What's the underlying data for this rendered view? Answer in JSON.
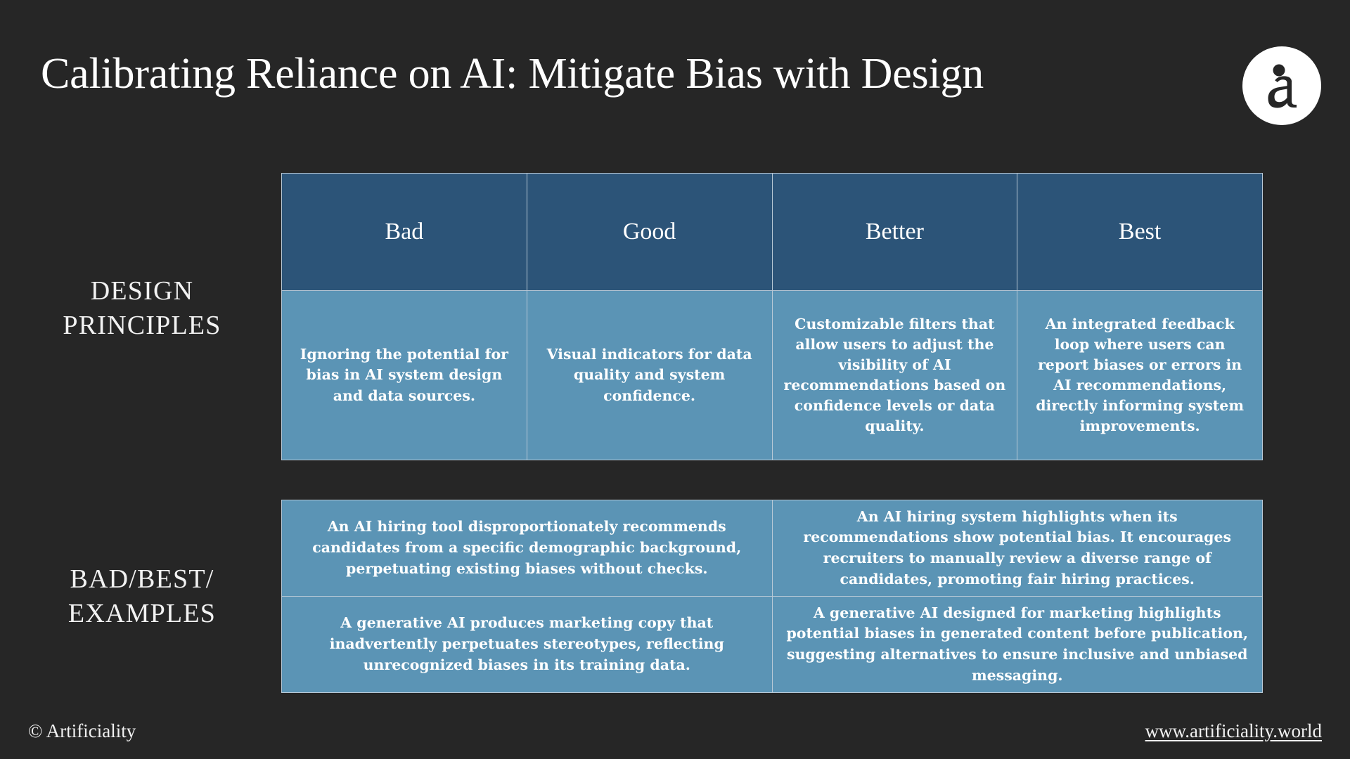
{
  "colors": {
    "background": "#262626",
    "header_cell": "#2c5478",
    "body_cell": "#5b94b5",
    "cell_border": "#b9c9d6",
    "text_light": "#ffffff"
  },
  "header": {
    "title": "Calibrating Reliance on AI: Mitigate Bias with Design",
    "logo_icon": "artificiality-a-logo-icon",
    "logo_letter": "a"
  },
  "matrix": {
    "row_labels": {
      "principles": "DESIGN PRINCIPLES",
      "principles_line1": "DESIGN",
      "principles_line2": "PRINCIPLES",
      "examples": "BAD/BEST/ EXAMPLES",
      "examples_line1": "BAD/BEST/",
      "examples_line2": "EXAMPLES"
    },
    "column_headers": [
      "Bad",
      "Good",
      "Better",
      "Best"
    ],
    "design_principles": [
      "Ignoring the potential for bias in AI system design and data sources.",
      "Visual indicators for data quality and system confidence.",
      "Customizable filters that allow users to adjust the visibility of AI recommendations based on confidence levels or data quality.",
      "An integrated feedback loop where users can report biases or errors in AI recommendations, directly informing system improvements."
    ],
    "examples": [
      [
        "An AI hiring tool disproportionately recommends candidates from a specific demographic background, perpetuating existing biases without checks.",
        "An AI hiring system highlights when its recommendations show potential bias. It encourages recruiters to manually review a diverse range of candidates, promoting fair hiring practices."
      ],
      [
        "A generative AI produces marketing copy that inadvertently perpetuates stereotypes, reflecting unrecognized biases in its training data.",
        "A generative AI designed for marketing highlights potential biases in generated content before publication, suggesting alternatives to ensure inclusive and unbiased messaging."
      ]
    ]
  },
  "footer": {
    "copyright": "© Artificiality",
    "url": "www.artificiality.world"
  }
}
